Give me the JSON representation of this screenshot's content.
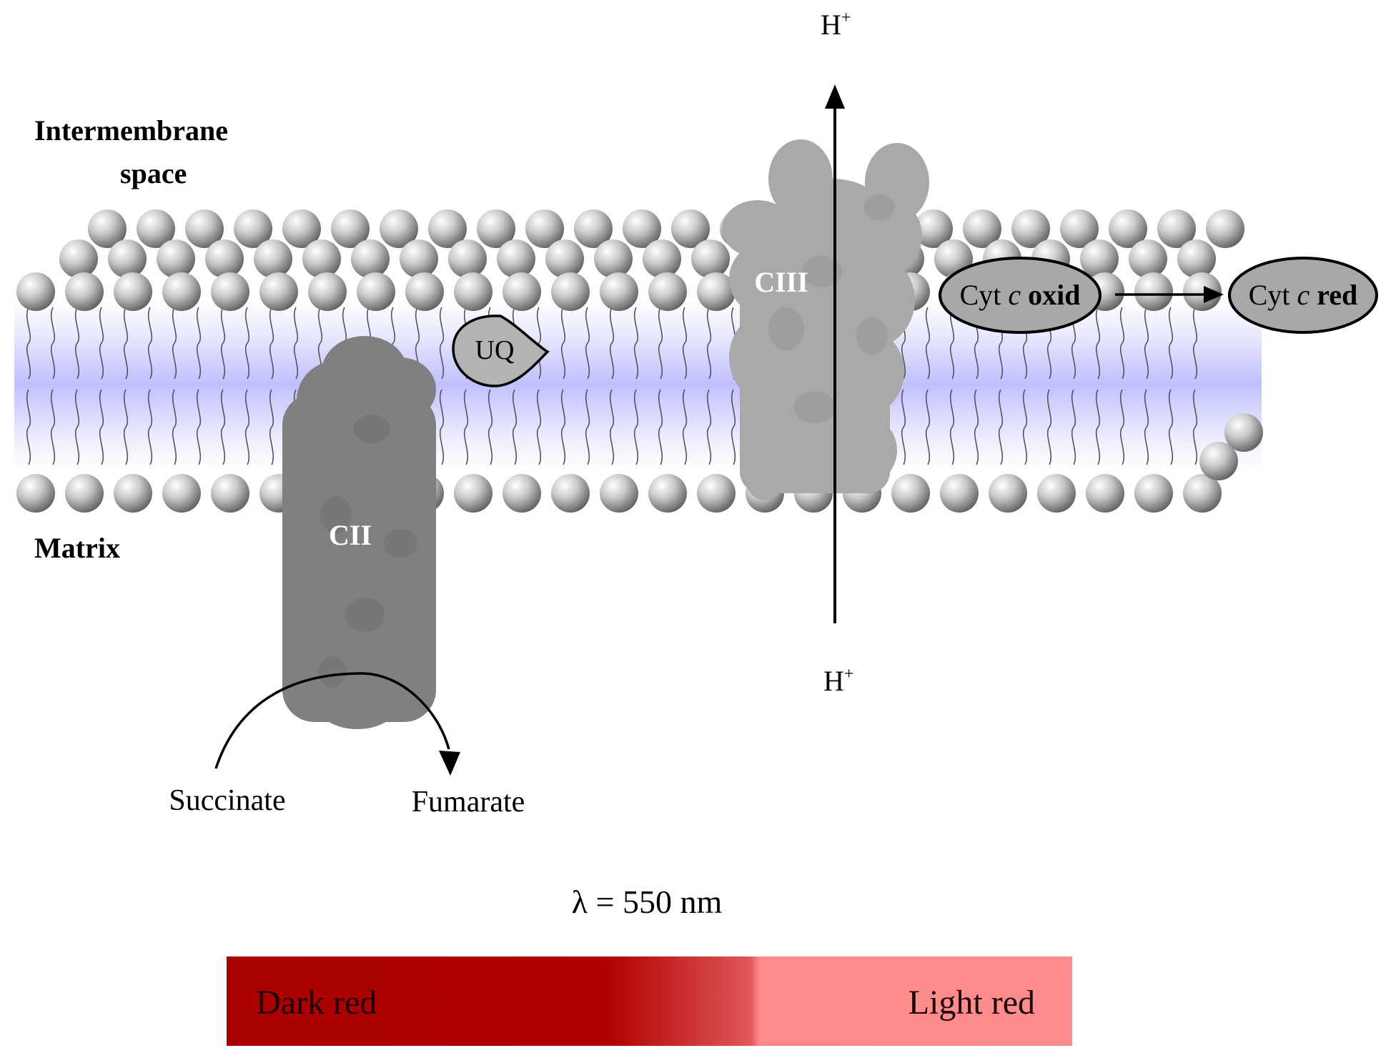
{
  "regions": {
    "intermembrane_line1": "Intermembrane",
    "intermembrane_line2": "space",
    "matrix": "Matrix"
  },
  "complexes": {
    "cii": "CII",
    "ciii": "CIII",
    "uq": "UQ"
  },
  "protons": {
    "top": "H",
    "bottom": "H",
    "superscript": "+"
  },
  "cytochrome": {
    "oxid": {
      "prefix": "Cyt ",
      "c": "c",
      "state": " oxid"
    },
    "red": {
      "prefix": "Cyt ",
      "c": "c",
      "state": " red"
    }
  },
  "reaction": {
    "substrate": "Succinate",
    "product": "Fumarate"
  },
  "wavelength": "λ = 550 nm",
  "color_scale": {
    "left_label": "Dark red",
    "right_label": "Light red",
    "dark_color": "#aa0000",
    "light_color": "#ff8a8a"
  },
  "colors": {
    "complex_ii": "#7f7f7f",
    "complex_iii": "#a8a8a8",
    "membrane_core": "#c0c0ff",
    "lipid_head": "#b5b5b5",
    "cyt_fill": "#a8a8a8",
    "uq_fill": "#b0b0b0"
  }
}
